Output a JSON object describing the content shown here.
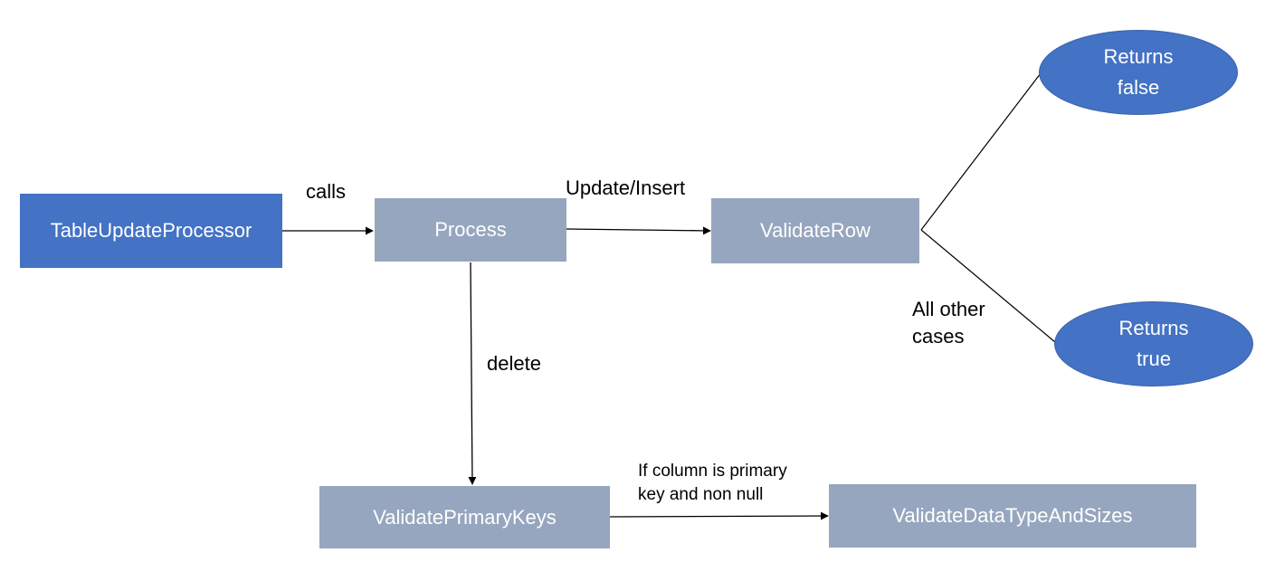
{
  "nodes": {
    "table_update_processor": "TableUpdateProcessor",
    "process": "Process",
    "validate_row": "ValidateRow",
    "validate_primary_keys": "ValidatePrimaryKeys",
    "validate_data_type_and_sizes": "ValidateDataTypeAndSizes",
    "returns_false": {
      "line1": "Returns",
      "line2": "false"
    },
    "returns_true": {
      "line1": "Returns",
      "line2": "true"
    }
  },
  "edge_labels": {
    "calls": "calls",
    "update_insert": "Update/Insert",
    "delete": "delete",
    "all_other_cases": {
      "line1": "All other",
      "line2": "cases"
    },
    "if_column": {
      "line1": "If column is primary",
      "line2": "key and non null"
    }
  },
  "colors": {
    "primary_node": "#4472c4",
    "secondary_node": "#97a6bf",
    "edge": "#000000",
    "text_on_node": "#ffffff"
  }
}
